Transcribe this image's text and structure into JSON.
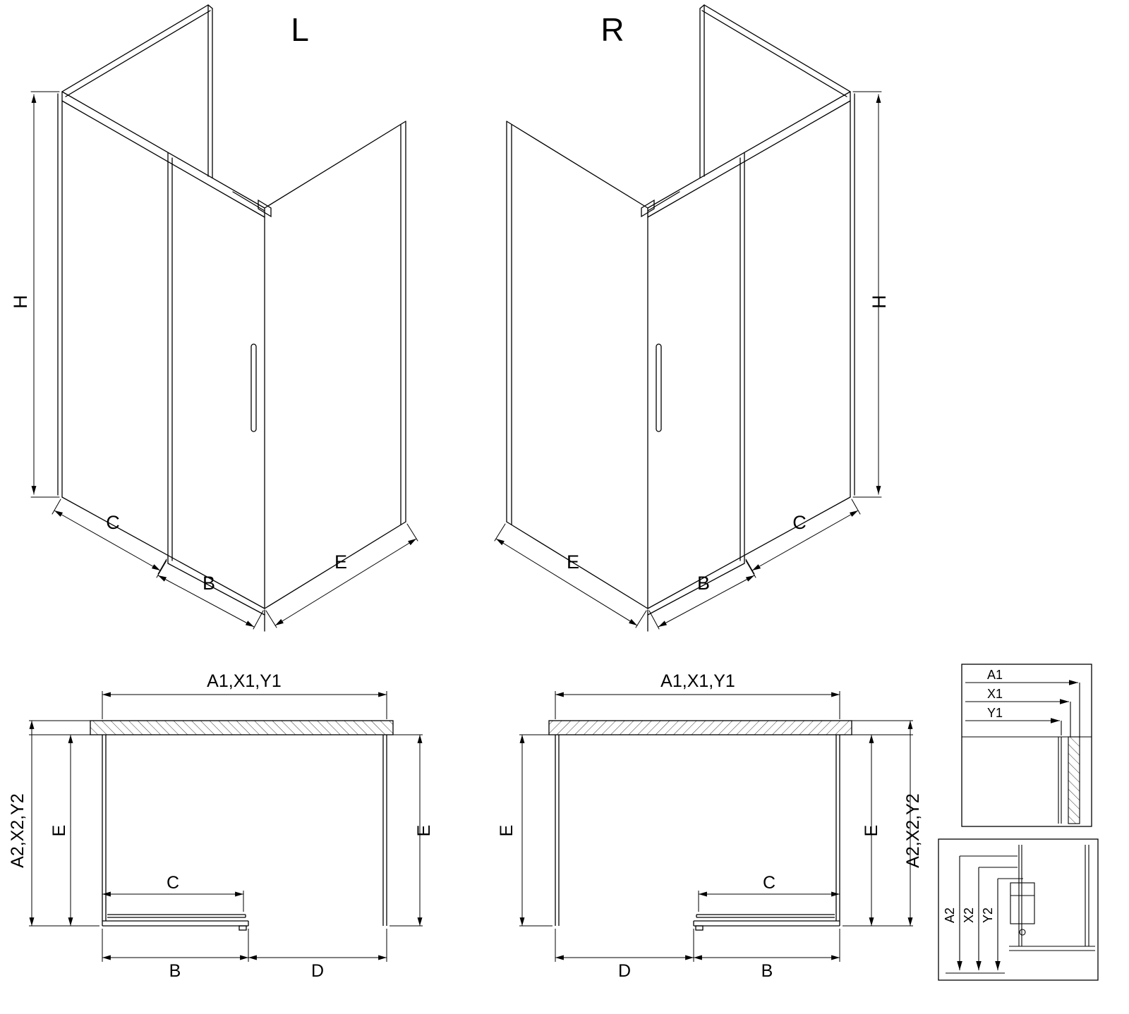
{
  "colors": {
    "background": "#ffffff",
    "line": "#000000"
  },
  "iso_left": {
    "title": "L",
    "dim_h": "H",
    "dim_c": "C",
    "dim_b": "B",
    "dim_e": "E"
  },
  "iso_right": {
    "title": "R",
    "dim_h": "H",
    "dim_c": "C",
    "dim_b": "B",
    "dim_e": "E"
  },
  "plan_left": {
    "dim_top": "A1,X1,Y1",
    "dim_side": "A2,X2,Y2",
    "dim_e_left": "E",
    "dim_e_right": "E",
    "dim_c": "C",
    "dim_b": "B",
    "dim_d": "D"
  },
  "plan_right": {
    "dim_top": "A1,X1,Y1",
    "dim_side": "A2,X2,Y2",
    "dim_e_left": "E",
    "dim_e_right": "E",
    "dim_c": "C",
    "dim_b": "B",
    "dim_d": "D"
  },
  "detail_width": {
    "labels": [
      "A1",
      "X1",
      "Y1"
    ]
  },
  "detail_depth": {
    "labels": [
      "A2",
      "X2",
      "Y2"
    ]
  }
}
